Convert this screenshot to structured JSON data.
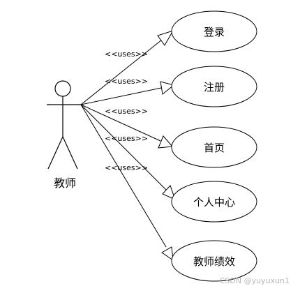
{
  "actor": {
    "label": "教师"
  },
  "stereotype": "<<uses>>",
  "use_cases": [
    {
      "label": "登录"
    },
    {
      "label": "注册"
    },
    {
      "label": "首页"
    },
    {
      "label": "个人中心"
    },
    {
      "label": "教师绩效"
    }
  ],
  "watermark": "CSDN @yuyuxun1",
  "colors": {
    "line": "#000000",
    "fill": "#ffffff",
    "watermark": "#b8b8b8"
  }
}
